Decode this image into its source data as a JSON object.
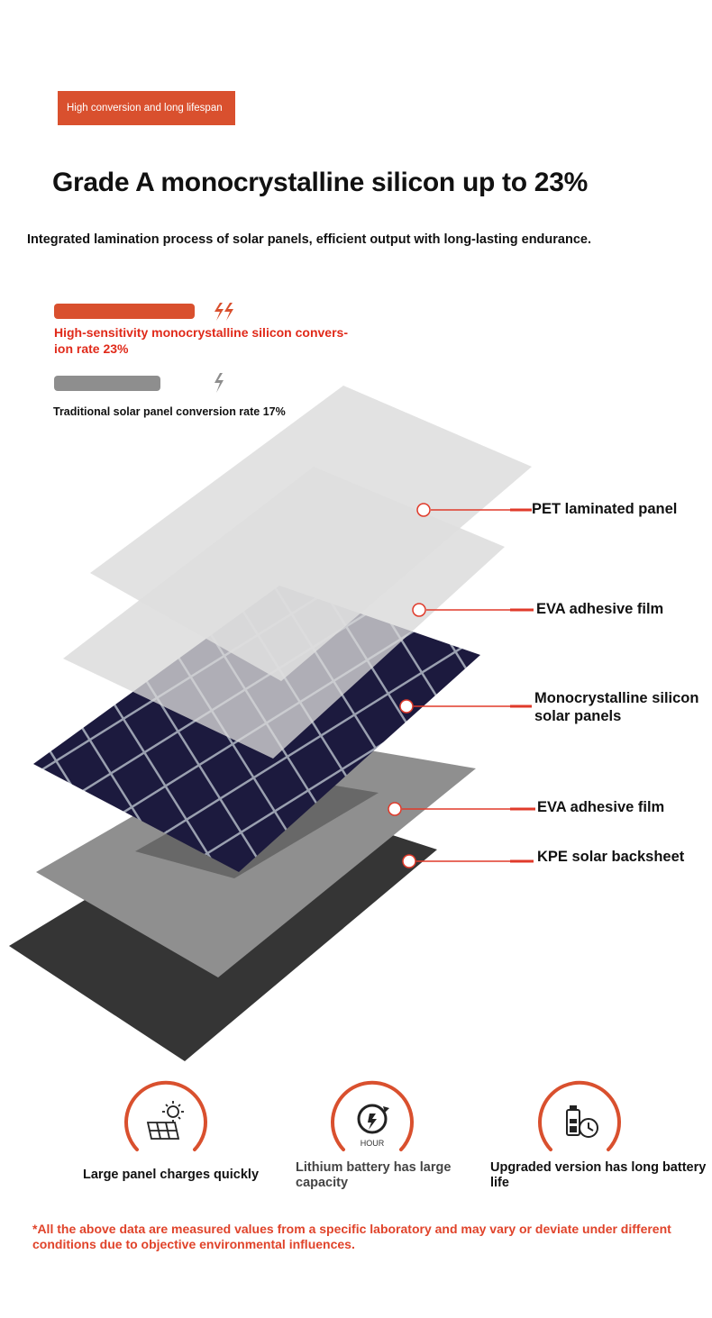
{
  "header": {
    "tag_label": "High conversion and long lifespan",
    "headline": "Grade A monocrystalline silicon up to 23%",
    "subline": "Integrated lamination process of solar panels, efficient output with long-lasting endurance."
  },
  "comparison": {
    "high": {
      "label": "High-sensitivity monocrystalline silicon conversion rate 23%",
      "label_line1": "High-sensitivity monocrystalline silicon convers-",
      "label_line2": "ion rate 23%",
      "value_percent": 23,
      "color": "#d9502e"
    },
    "traditional": {
      "label": "Traditional solar panel conversion rate 17%",
      "value_percent": 17,
      "color": "#8e8e8e"
    }
  },
  "layers": [
    {
      "label": "PET laminated panel"
    },
    {
      "label": "EVA adhesive film"
    },
    {
      "label_line1": "Monocrystalline silicon",
      "label_line2": "solar panels"
    },
    {
      "label": "EVA adhesive film"
    },
    {
      "label": "KPE solar backsheet"
    }
  ],
  "features": [
    {
      "icon": "solar-panel-sun-icon",
      "label": "Large panel charges quickly"
    },
    {
      "icon": "hour-clock-icon",
      "icon_text": "HOUR",
      "label_line1": "Lithium battery has large",
      "label_line2": "capacity"
    },
    {
      "icon": "battery-clock-icon",
      "label_line1": "Upgraded version has long battery",
      "label_line2": "life"
    }
  ],
  "footnote": {
    "line1": "*All the above data are measured values from a specific laboratory and may vary or deviate under different",
    "line2": "conditions due to objective environmental influences."
  },
  "colors": {
    "accent": "#d9502e",
    "callout_red": "#e03a2a",
    "note_red": "#e0432a",
    "cell_blue": "#1c1a3e"
  }
}
